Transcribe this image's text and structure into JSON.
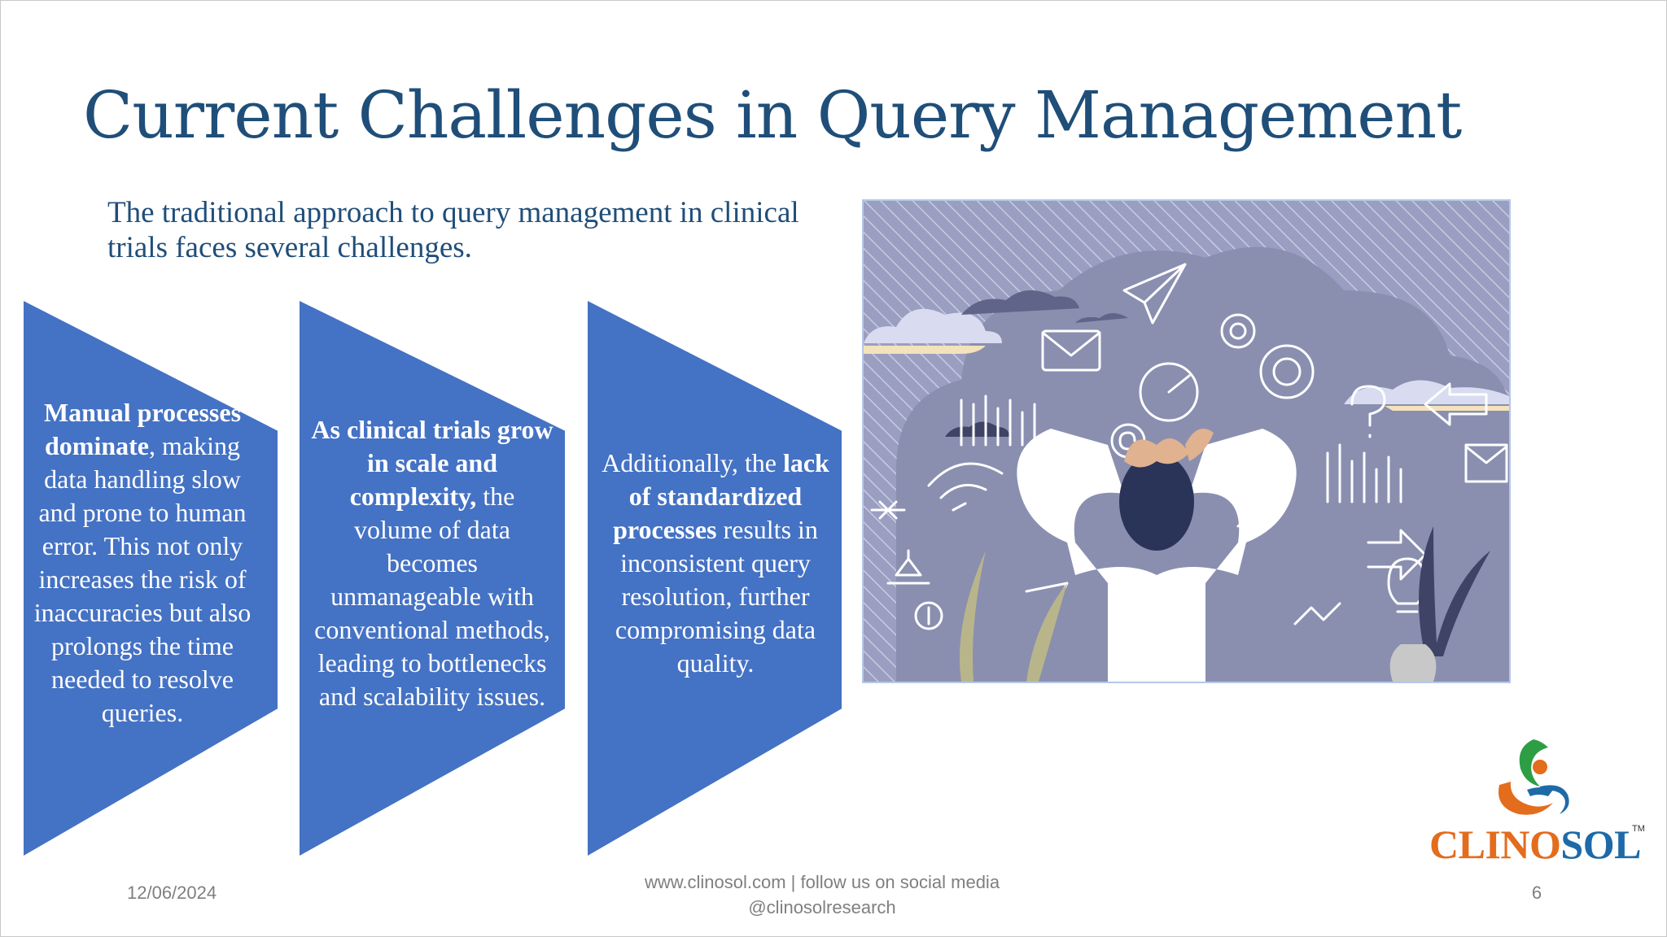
{
  "slide": {
    "title": "Current Challenges in Query Management",
    "intro": "The traditional approach to query management in clinical trials faces several challenges."
  },
  "cards": [
    {
      "bold": "Manual processes dominate",
      "rest": ", making data handling slow and prone to human error. This not only increases the risk of inaccuracies but also prolongs the time needed to resolve queries."
    },
    {
      "bold": "As clinical trials grow in scale and complexity,",
      "rest": " the volume of data becomes unmanageable with conventional methods, leading to bottlenecks and scalability issues."
    },
    {
      "lead": "Additionally, the ",
      "bold": "lack of standardized processes",
      "rest": " results in inconsistent query resolution, further compromising data quality."
    }
  ],
  "footer": {
    "date": "12/06/2024",
    "line1": "www.clinosol.com | follow us on social media",
    "line2": "@clinosolresearch",
    "page": "6"
  },
  "logo": {
    "part1": "CLINO",
    "part2": "SOL",
    "tm": "TM"
  },
  "colors": {
    "title": "#1f4e79",
    "chevron": "#4472c4",
    "illustration_bg": "#8a8fb0",
    "logo_orange": "#e36c1d",
    "logo_blue": "#1e6aa8",
    "logo_green": "#2e9e44"
  }
}
